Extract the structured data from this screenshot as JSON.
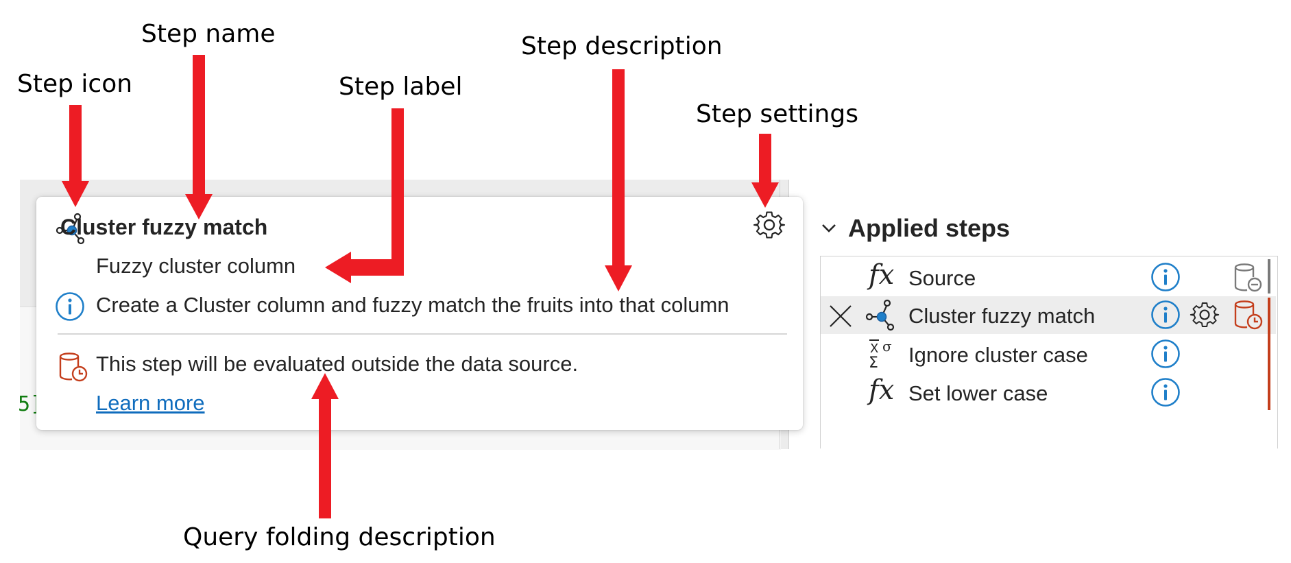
{
  "callouts": {
    "step_icon": "Step icon",
    "step_name": "Step name",
    "step_label": "Step label",
    "step_description": "Step description",
    "step_settings": "Step settings",
    "query_folding_description": "Query folding description"
  },
  "editor": {
    "code_fragment": "5]"
  },
  "tooltip": {
    "title": "Cluster fuzzy match",
    "label": "Fuzzy cluster column",
    "description": "Create a Cluster column and fuzzy match the fruits into that column",
    "folding_text": "This step will be evaluated outside the data source.",
    "learn_more": "Learn more",
    "icons": {
      "step": "cluster-fuzzy-match-icon",
      "settings": "gear-icon",
      "info": "info-icon",
      "folding": "database-clock-icon"
    }
  },
  "applied_steps": {
    "header": "Applied steps",
    "steps": [
      {
        "name": "Source",
        "icon": "fx-icon",
        "fold_indicator": "database-minus-icon"
      },
      {
        "name": "Cluster fuzzy match",
        "icon": "cluster-fuzzy-match-icon",
        "fold_indicator": "database-clock-icon",
        "selected": true
      },
      {
        "name": "Ignore cluster case",
        "icon": "statistics-icon"
      },
      {
        "name": "Set lower case",
        "icon": "fx-icon"
      }
    ]
  },
  "colors": {
    "annotation_arrow": "#ed1c24",
    "info_blue": "#1f7fc9",
    "link_blue": "#0f6cbd",
    "folding_orange": "#c43e1c",
    "fold_bar_gray": "#7a7a7a"
  }
}
